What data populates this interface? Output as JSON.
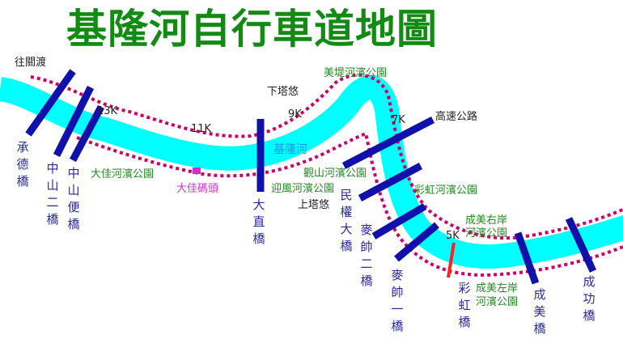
{
  "title": "基隆河自行車道地圖",
  "colors": {
    "title": "#138a13",
    "river": "#00ffff",
    "bikeway": "#cc0066",
    "bridge": "#1010aa",
    "bridge_label": "#2a2a9a",
    "park": "#228b22",
    "river_label": "#1e90ff",
    "pier": "#cc33cc",
    "rainbow_bridge": "#ff2020"
  },
  "river_name": "基隆河",
  "distance_markers": [
    "13K",
    "11K",
    "9K",
    "7K",
    "5K"
  ],
  "places": {
    "wangguandu": "往關渡",
    "xiatayou": "下塔悠",
    "shangtayou": "上塔悠",
    "highway": "高速公路"
  },
  "parks": {
    "dajia": "大佳河濱公園",
    "meidi": "美堤河濱公園",
    "guanshan": "觀山河濱公園",
    "yingfeng": "迎風河濱公園",
    "caihong": "彩虹河濱公園",
    "chengmei_right": [
      "成美右岸",
      "河濱公園"
    ],
    "chengmei_left": [
      "成美左岸",
      "河濱公園"
    ]
  },
  "pier": "大佳碼頭",
  "bridges": {
    "chengde": "承德橋",
    "zhongshan2": "中山二橋",
    "zhongshan_bian": "中山便橋",
    "dazhi": "大直橋",
    "minquan": "民權大橋",
    "maishuai2": "麥帥二橋",
    "maishuai1": "麥帥一橋",
    "caihong": "彩虹橋",
    "chengmei": "成美橋",
    "chenggong": "成功橋"
  }
}
